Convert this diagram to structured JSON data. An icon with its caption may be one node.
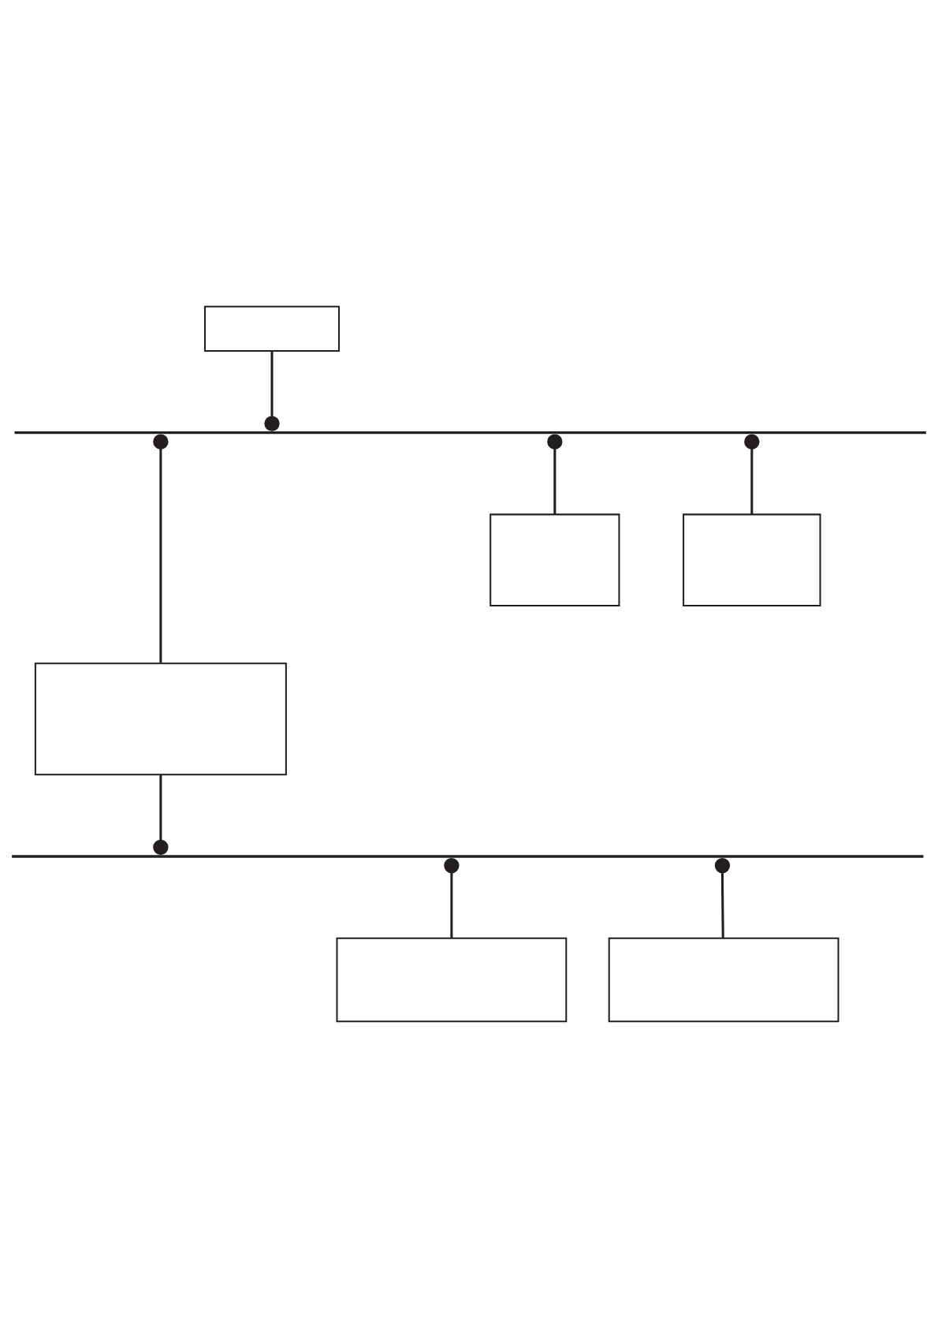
{
  "diagram": {
    "nodes": [
      {
        "text": [],
        "shape": "box"
      },
      {
        "text": [],
        "shape": "line"
      },
      {
        "text": [],
        "shape": "box"
      },
      {
        "text": [],
        "shape": "box"
      },
      {
        "text": [],
        "shape": "box"
      },
      {
        "text": [],
        "shape": "line"
      },
      {
        "text": [],
        "shape": "box"
      },
      {
        "text": [],
        "shape": "box"
      }
    ],
    "edges": [
      {
        "from": 1,
        "to": 4,
        "arrow": "other"
      },
      {
        "from": 0,
        "to": 1,
        "arrow": "other"
      },
      {
        "from": 1,
        "to": 2,
        "arrow": "other"
      },
      {
        "from": 1,
        "to": 3,
        "arrow": "other"
      },
      {
        "from": 4,
        "to": 5,
        "arrow": "other"
      },
      {
        "from": 5,
        "to": 6,
        "arrow": "other"
      },
      {
        "from": 5,
        "to": 7,
        "arrow": "other"
      }
    ]
  }
}
